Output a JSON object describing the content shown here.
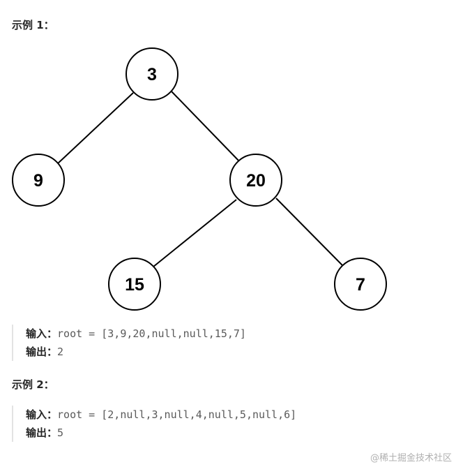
{
  "example1": {
    "heading": "示例 1：",
    "tree": {
      "nodes": {
        "root": "3",
        "left": "9",
        "right": "20",
        "right_left": "15",
        "right_right": "7"
      }
    },
    "input_label": "输入：",
    "input_value": "root = [3,9,20,null,null,15,7]",
    "output_label": "输出：",
    "output_value": "2"
  },
  "example2": {
    "heading": "示例 2：",
    "input_label": "输入：",
    "input_value": "root = [2,null,3,null,4,null,5,null,6]",
    "output_label": "输出：",
    "output_value": "5"
  },
  "watermark": "@稀土掘金技术社区"
}
